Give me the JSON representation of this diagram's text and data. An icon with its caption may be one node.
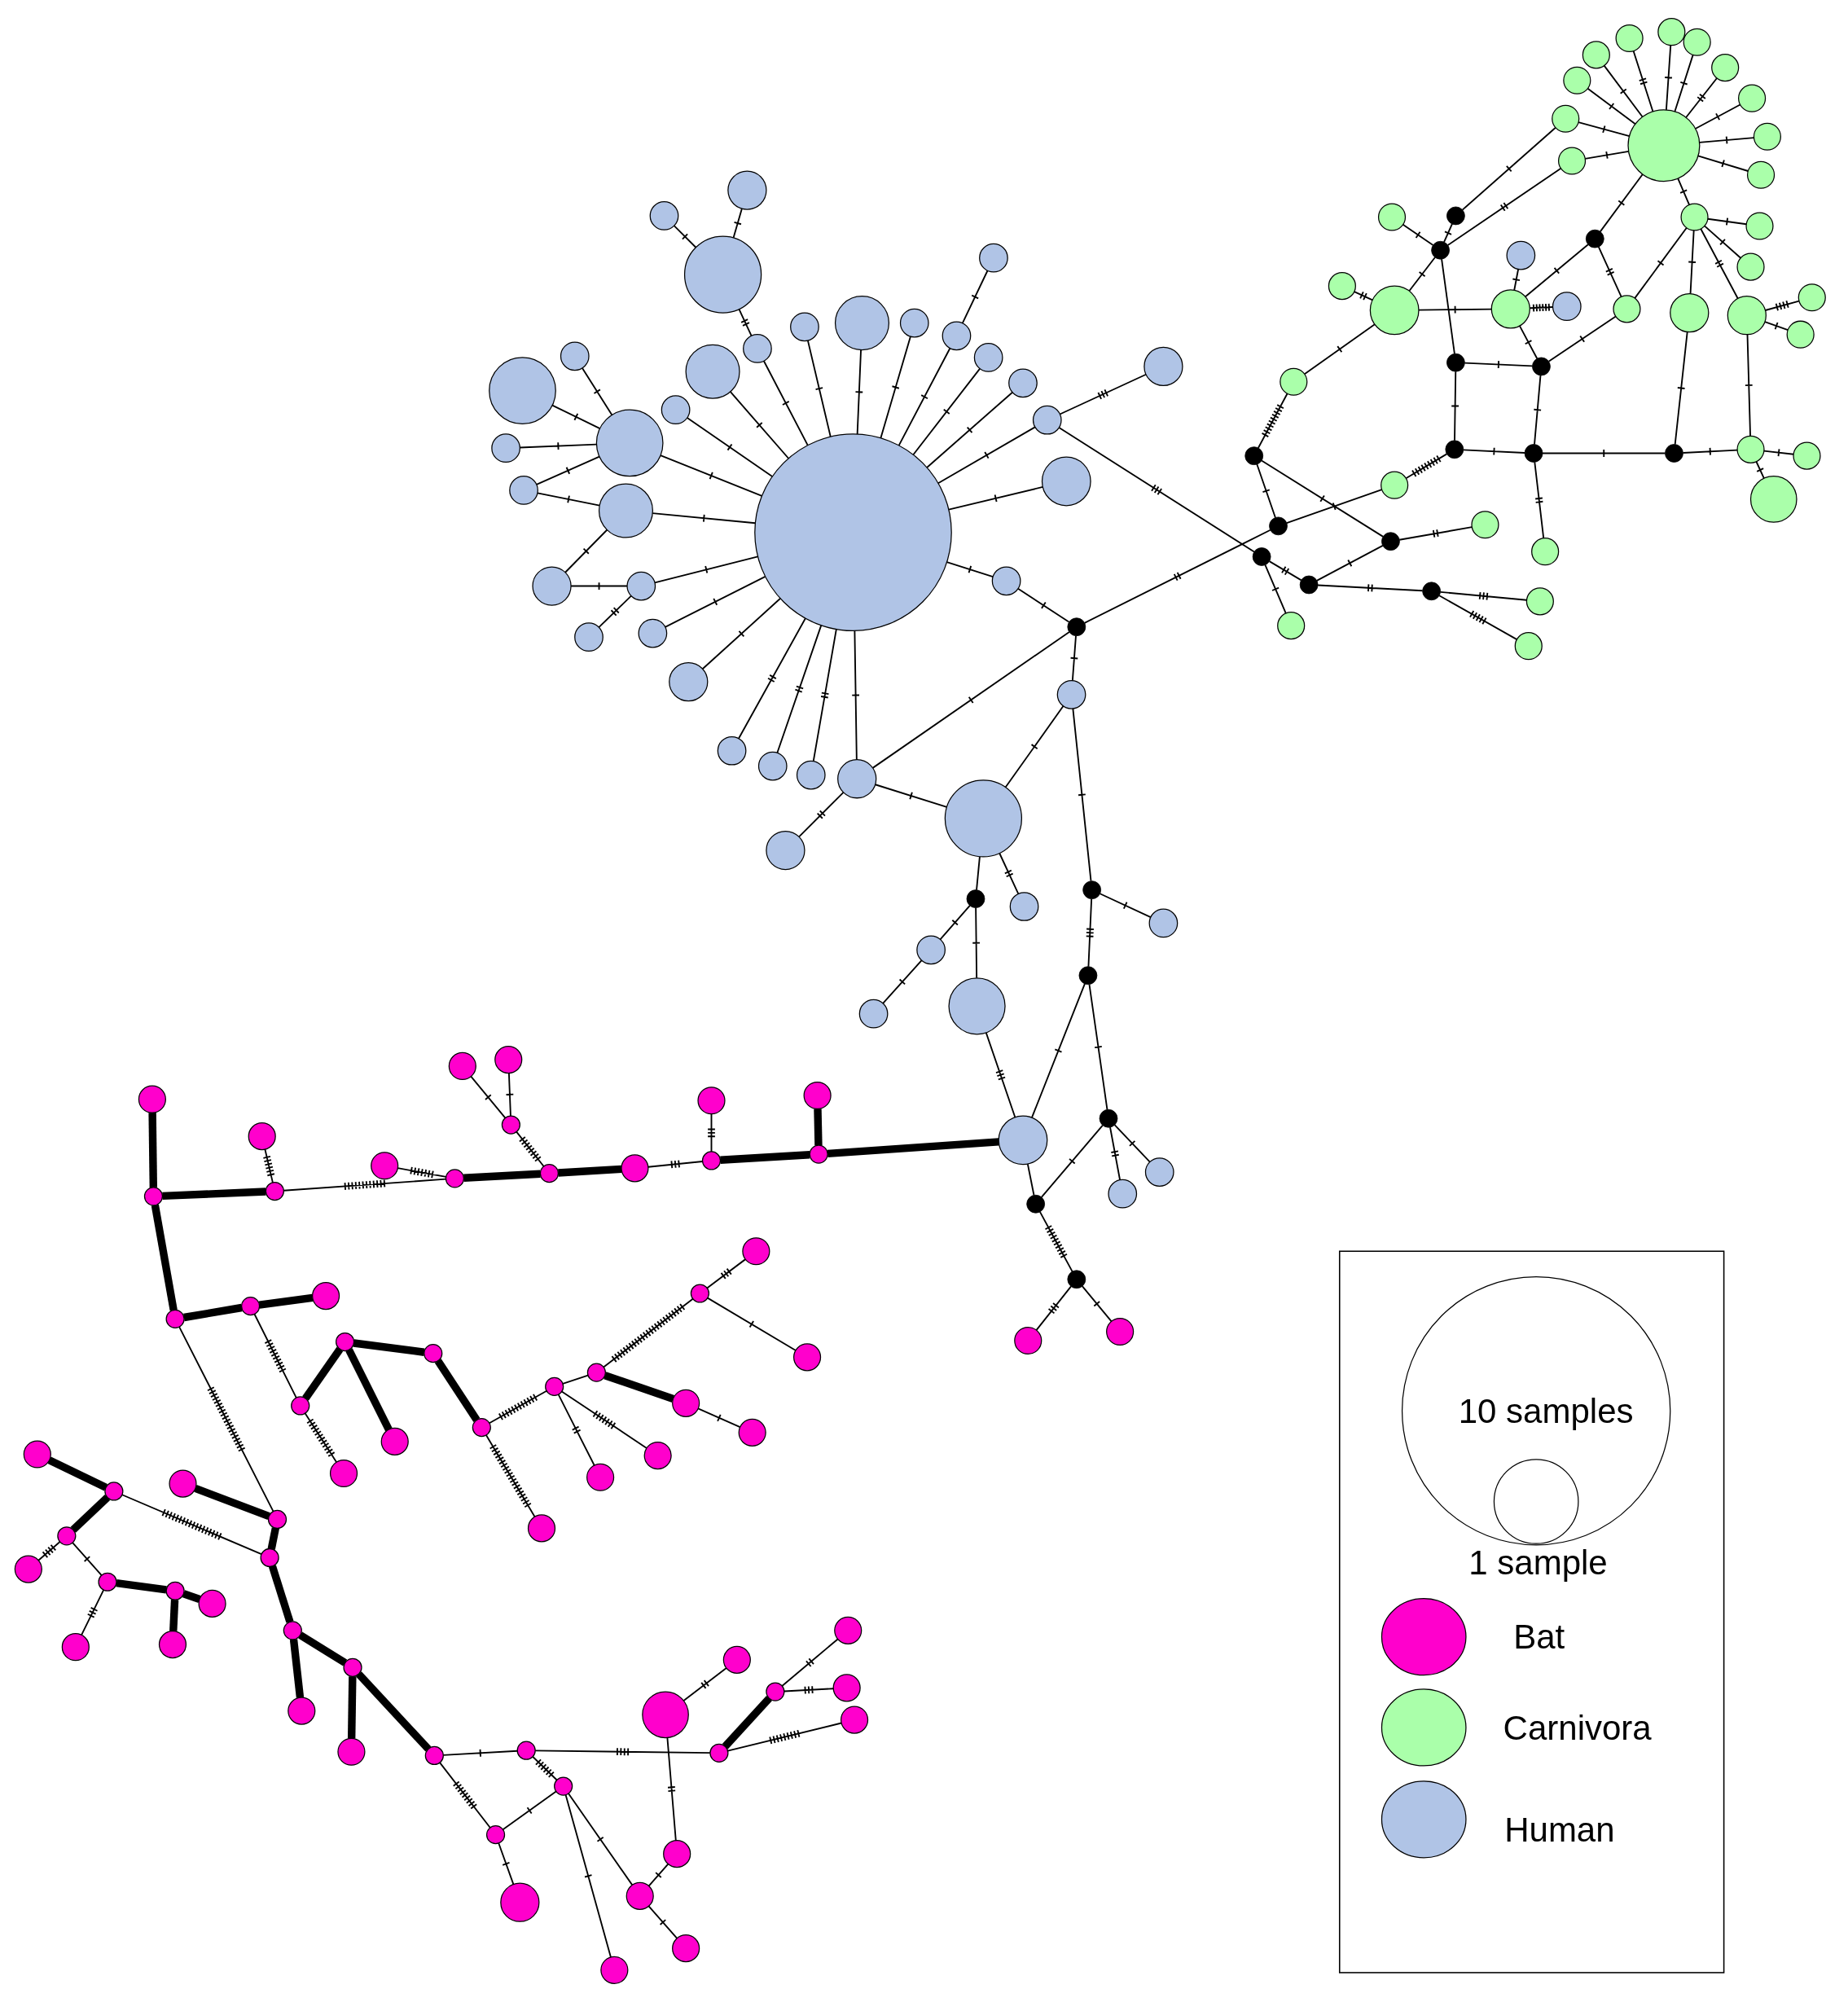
{
  "diagram": {
    "nodes": [
      {
        "text": [],
        "shape": "circle"
      },
      {
        "text": [],
        "shape": "circle"
      },
      {
        "text": [],
        "shape": "circle"
      },
      {
        "text": [],
        "shape": "circle"
      },
      {
        "text": [],
        "shape": "circle"
      },
      {
        "text": [],
        "shape": "circle"
      },
      {
        "text": [],
        "shape": "circle"
      },
      {
        "text": [],
        "shape": "circle"
      },
      {
        "text": [],
        "shape": "circle"
      },
      {
        "text": [],
        "shape": "circle"
      },
      {
        "text": [],
        "shape": "circle"
      },
      {
        "text": [],
        "shape": "circle"
      },
      {
        "text": [],
        "shape": "circle"
      },
      {
        "text": [],
        "shape": "circle"
      },
      {
        "text": [],
        "shape": "circle"
      },
      {
        "text": [],
        "shape": "circle"
      },
      {
        "text": [],
        "shape": "circle"
      },
      {
        "text": [],
        "shape": "circle"
      },
      {
        "text": [],
        "shape": "circle"
      },
      {
        "text": [],
        "shape": "circle"
      },
      {
        "text": [],
        "shape": "circle"
      },
      {
        "text": [],
        "shape": "circle"
      },
      {
        "text": [],
        "shape": "circle"
      },
      {
        "text": [],
        "shape": "circle"
      },
      {
        "text": [],
        "shape": "circle"
      },
      {
        "text": [],
        "shape": "circle"
      },
      {
        "text": [],
        "shape": "circle"
      },
      {
        "text": [],
        "shape": "circle"
      },
      {
        "text": [],
        "shape": "circle"
      },
      {
        "text": [],
        "shape": "circle"
      },
      {
        "text": [],
        "shape": "circle"
      },
      {
        "text": [],
        "shape": "circle"
      },
      {
        "text": [],
        "shape": "circle"
      },
      {
        "text": [],
        "shape": "circle"
      },
      {
        "text": [],
        "shape": "circle"
      },
      {
        "text": [],
        "shape": "circle"
      },
      {
        "text": [],
        "shape": "circle"
      },
      {
        "text": [],
        "shape": "circle"
      },
      {
        "text": [],
        "shape": "circle"
      },
      {
        "text": [],
        "shape": "circle"
      },
      {
        "text": [],
        "shape": "circle"
      },
      {
        "text": [],
        "shape": "circle"
      },
      {
        "text": [],
        "shape": "circle"
      },
      {
        "text": [],
        "shape": "circle"
      },
      {
        "text": [],
        "shape": "circle"
      },
      {
        "text": [],
        "shape": "circle"
      },
      {
        "text": [],
        "shape": "circle"
      },
      {
        "text": [],
        "shape": "circle"
      },
      {
        "text": [],
        "shape": "circle"
      },
      {
        "text": [],
        "shape": "circle"
      },
      {
        "text": [],
        "shape": "circle"
      },
      {
        "text": [],
        "shape": "circle"
      },
      {
        "text": [],
        "shape": "circle"
      },
      {
        "text": [],
        "shape": "circle"
      },
      {
        "text": [],
        "shape": "circle"
      },
      {
        "text": [],
        "shape": "circle"
      },
      {
        "text": [],
        "shape": "circle"
      },
      {
        "text": [],
        "shape": "circle"
      },
      {
        "text": [],
        "shape": "circle"
      },
      {
        "text": [],
        "shape": "circle"
      },
      {
        "text": [],
        "shape": "circle"
      },
      {
        "text": [],
        "shape": "circle"
      },
      {
        "text": [],
        "shape": "circle"
      },
      {
        "text": [],
        "shape": "circle"
      },
      {
        "text": [],
        "shape": "circle"
      },
      {
        "text": [],
        "shape": "circle"
      },
      {
        "text": [],
        "shape": "circle"
      },
      {
        "text": [],
        "shape": "circle"
      },
      {
        "text": [],
        "shape": "circle"
      },
      {
        "text": [],
        "shape": "circle"
      },
      {
        "text": [],
        "shape": "circle"
      },
      {
        "text": [],
        "shape": "circle"
      },
      {
        "text": [],
        "shape": "circle"
      },
      {
        "text": [],
        "shape": "circle"
      },
      {
        "text": [],
        "shape": "circle"
      },
      {
        "text": [],
        "shape": "circle"
      },
      {
        "text": [],
        "shape": "circle"
      },
      {
        "text": [],
        "shape": "circle"
      },
      {
        "text": [],
        "shape": "circle"
      },
      {
        "text": [],
        "shape": "circle"
      },
      {
        "text": [],
        "shape": "circle"
      },
      {
        "text": [],
        "shape": "circle"
      },
      {
        "text": [],
        "shape": "circle"
      },
      {
        "text": [],
        "shape": "circle"
      },
      {
        "text": [],
        "shape": "circle"
      },
      {
        "text": [],
        "shape": "circle"
      },
      {
        "text": [],
        "shape": "circle"
      },
      {
        "text": [],
        "shape": "circle"
      },
      {
        "text": [],
        "shape": "circle"
      },
      {
        "text": [],
        "shape": "circle"
      },
      {
        "text": [],
        "shape": "circle"
      },
      {
        "text": [],
        "shape": "circle"
      },
      {
        "text": [],
        "shape": "circle"
      },
      {
        "text": [],
        "shape": "circle"
      },
      {
        "text": [],
        "shape": "circle"
      },
      {
        "text": [],
        "shape": "circle"
      },
      {
        "text": [],
        "shape": "circle"
      },
      {
        "text": [],
        "shape": "circle"
      },
      {
        "text": [],
        "shape": "circle"
      },
      {
        "text": [],
        "shape": "circle"
      },
      {
        "text": [],
        "shape": "circle"
      },
      {
        "text": [],
        "shape": "circle"
      },
      {
        "text": [],
        "shape": "circle"
      },
      {
        "text": [],
        "shape": "circle"
      },
      {
        "text": [],
        "shape": "circle"
      },
      {
        "text": [],
        "shape": "circle"
      },
      {
        "text": [],
        "shape": "circle"
      },
      {
        "text": [],
        "shape": "circle"
      },
      {
        "text": [],
        "shape": "circle"
      },
      {
        "text": [],
        "shape": "circle"
      },
      {
        "text": [],
        "shape": "circle"
      },
      {
        "text": [],
        "shape": "circle"
      },
      {
        "text": [],
        "shape": "circle"
      },
      {
        "text": [],
        "shape": "circle"
      },
      {
        "text": [],
        "shape": "circle"
      },
      {
        "text": [],
        "shape": "circle"
      },
      {
        "text": [],
        "shape": "circle"
      },
      {
        "text": [],
        "shape": "circle"
      },
      {
        "text": [],
        "shape": "circle"
      },
      {
        "text": [],
        "shape": "circle"
      },
      {
        "text": [],
        "shape": "circle"
      },
      {
        "text": [],
        "shape": "circle"
      },
      {
        "text": [],
        "shape": "circle"
      },
      {
        "text": [],
        "shape": "circle"
      },
      {
        "text": [],
        "shape": "circle"
      },
      {
        "text": [],
        "shape": "circle"
      },
      {
        "text": [],
        "shape": "circle"
      },
      {
        "text": [],
        "shape": "circle"
      },
      {
        "text": [],
        "shape": "circle"
      },
      {
        "text": [],
        "shape": "circle"
      },
      {
        "text": [],
        "shape": "circle"
      },
      {
        "text": [],
        "shape": "circle"
      },
      {
        "text": [],
        "shape": "circle"
      },
      {
        "text": [],
        "shape": "circle"
      },
      {
        "text": [],
        "shape": "circle"
      },
      {
        "text": [],
        "shape": "circle"
      },
      {
        "text": [],
        "shape": "circle"
      },
      {
        "text": [],
        "shape": "circle"
      },
      {
        "text": [],
        "shape": "circle"
      },
      {
        "text": [],
        "shape": "circle"
      },
      {
        "text": [],
        "shape": "circle"
      },
      {
        "text": [],
        "shape": "circle"
      },
      {
        "text": [],
        "shape": "circle"
      },
      {
        "text": [],
        "shape": "circle"
      },
      {
        "text": [],
        "shape": "circle"
      },
      {
        "text": [],
        "shape": "circle"
      },
      {
        "text": [],
        "shape": "circle"
      },
      {
        "text": [],
        "shape": "circle"
      },
      {
        "text": [],
        "shape": "circle"
      },
      {
        "text": [],
        "shape": "circle"
      },
      {
        "text": [],
        "shape": "circle"
      },
      {
        "text": [],
        "shape": "circle"
      },
      {
        "text": [],
        "shape": "circle"
      },
      {
        "text": [],
        "shape": "circle"
      },
      {
        "text": [],
        "shape": "circle"
      },
      {
        "text": [],
        "shape": "circle"
      },
      {
        "text": [],
        "shape": "circle"
      },
      {
        "text": [],
        "shape": "circle"
      },
      {
        "text": [],
        "shape": "circle"
      },
      {
        "text": [],
        "shape": "circle"
      },
      {
        "text": [],
        "shape": "circle"
      },
      {
        "text": [],
        "shape": "circle"
      },
      {
        "text": [],
        "shape": "circle"
      },
      {
        "text": [],
        "shape": "circle"
      },
      {
        "text": [],
        "shape": "circle"
      },
      {
        "text": [],
        "shape": "circle"
      },
      {
        "text": [],
        "shape": "circle"
      },
      {
        "text": [],
        "shape": "circle"
      },
      {
        "text": [],
        "shape": "circle"
      }
    ],
    "edges": [
      {
        "from": 4,
        "to": 0,
        "arrow": "none"
      },
      {
        "from": 1,
        "to": 4,
        "arrow": "none"
      },
      {
        "from": 1,
        "to": 2,
        "arrow": "none"
      },
      {
        "from": 1,
        "to": 3,
        "arrow": "none"
      },
      {
        "from": 5,
        "to": 0,
        "arrow": "none"
      },
      {
        "from": 6,
        "to": 0,
        "arrow": "none"
      },
      {
        "from": 7,
        "to": 0,
        "arrow": "none"
      },
      {
        "from": 8,
        "to": 0,
        "arrow": "none"
      },
      {
        "from": 9,
        "to": 0,
        "arrow": "none"
      },
      {
        "from": 9,
        "to": 10,
        "arrow": "none"
      },
      {
        "from": 11,
        "to": 0,
        "arrow": "none"
      },
      {
        "from": 12,
        "to": 0,
        "arrow": "none"
      },
      {
        "from": 13,
        "to": 0,
        "arrow": "none"
      },
      {
        "from": 13,
        "to": 14,
        "arrow": "none"
      },
      {
        "from": 13,
        "to": 97,
        "arrow": "none"
      },
      {
        "from": 15,
        "to": 0,
        "arrow": "none"
      },
      {
        "from": 16,
        "to": 0,
        "arrow": "none"
      },
      {
        "from": 16,
        "to": 34,
        "arrow": "none"
      },
      {
        "from": 17,
        "to": 0,
        "arrow": "none"
      },
      {
        "from": 17,
        "to": 18,
        "arrow": "none"
      },
      {
        "from": 17,
        "to": 19,
        "arrow": "none"
      },
      {
        "from": 17,
        "to": 20,
        "arrow": "none"
      },
      {
        "from": 17,
        "to": 21,
        "arrow": "none"
      },
      {
        "from": 22,
        "to": 0,
        "arrow": "none"
      },
      {
        "from": 22,
        "to": 21,
        "arrow": "none"
      },
      {
        "from": 22,
        "to": 23,
        "arrow": "none"
      },
      {
        "from": 23,
        "to": 24,
        "arrow": "none"
      },
      {
        "from": 24,
        "to": 0,
        "arrow": "none"
      },
      {
        "from": 24,
        "to": 25,
        "arrow": "none"
      },
      {
        "from": 26,
        "to": 0,
        "arrow": "none"
      },
      {
        "from": 27,
        "to": 0,
        "arrow": "none"
      },
      {
        "from": 28,
        "to": 0,
        "arrow": "none"
      },
      {
        "from": 29,
        "to": 0,
        "arrow": "none"
      },
      {
        "from": 30,
        "to": 0,
        "arrow": "none"
      },
      {
        "from": 31,
        "to": 0,
        "arrow": "none"
      },
      {
        "from": 32,
        "to": 0,
        "arrow": "none"
      },
      {
        "from": 32,
        "to": 34,
        "arrow": "none"
      },
      {
        "from": 32,
        "to": 33,
        "arrow": "none"
      },
      {
        "from": 32,
        "to": 36,
        "arrow": "none"
      },
      {
        "from": 34,
        "to": 35,
        "arrow": "none"
      },
      {
        "from": 34,
        "to": 93,
        "arrow": "none"
      },
      {
        "from": 35,
        "to": 36,
        "arrow": "none"
      },
      {
        "from": 35,
        "to": 42,
        "arrow": "none"
      },
      {
        "from": 36,
        "to": 38,
        "arrow": "none"
      },
      {
        "from": 36,
        "to": 37,
        "arrow": "none"
      },
      {
        "from": 38,
        "to": 39,
        "arrow": "none"
      },
      {
        "from": 39,
        "to": 40,
        "arrow": "none"
      },
      {
        "from": 38,
        "to": 41,
        "arrow": "none"
      },
      {
        "from": 42,
        "to": 43,
        "arrow": "none"
      },
      {
        "from": 42,
        "to": 44,
        "arrow": "none"
      },
      {
        "from": 44,
        "to": 45,
        "arrow": "none"
      },
      {
        "from": 44,
        "to": 46,
        "arrow": "none"
      },
      {
        "from": 41,
        "to": 45,
        "arrow": "none"
      },
      {
        "from": 45,
        "to": 49,
        "arrow": "none"
      },
      {
        "from": 46,
        "to": 49,
        "arrow": "none"
      },
      {
        "from": 46,
        "to": 47,
        "arrow": "none"
      },
      {
        "from": 46,
        "to": 48,
        "arrow": "none"
      },
      {
        "from": 49,
        "to": 50,
        "arrow": "none"
      },
      {
        "from": 50,
        "to": 51,
        "arrow": "none"
      },
      {
        "from": 50,
        "to": 52,
        "arrow": "none"
      },
      {
        "from": 45,
        "to": 110,
        "arrow": "none",
        "style": "thick"
      },
      {
        "from": 53,
        "to": 54,
        "arrow": "none"
      },
      {
        "from": 53,
        "to": 55,
        "arrow": "none"
      },
      {
        "from": 53,
        "to": 56,
        "arrow": "none"
      },
      {
        "from": 53,
        "to": 57,
        "arrow": "none"
      },
      {
        "from": 53,
        "to": 58,
        "arrow": "none"
      },
      {
        "from": 53,
        "to": 59,
        "arrow": "none"
      },
      {
        "from": 53,
        "to": 60,
        "arrow": "none"
      },
      {
        "from": 53,
        "to": 61,
        "arrow": "none"
      },
      {
        "from": 53,
        "to": 62,
        "arrow": "none"
      },
      {
        "from": 53,
        "to": 63,
        "arrow": "none"
      },
      {
        "from": 53,
        "to": 64,
        "arrow": "none"
      },
      {
        "from": 53,
        "to": 65,
        "arrow": "none"
      },
      {
        "from": 53,
        "to": 72,
        "arrow": "none"
      },
      {
        "from": 65,
        "to": 66,
        "arrow": "none"
      },
      {
        "from": 65,
        "to": 67,
        "arrow": "none"
      },
      {
        "from": 65,
        "to": 68,
        "arrow": "none"
      },
      {
        "from": 65,
        "to": 69,
        "arrow": "none"
      },
      {
        "from": 65,
        "to": 73,
        "arrow": "none"
      },
      {
        "from": 69,
        "to": 70,
        "arrow": "none"
      },
      {
        "from": 69,
        "to": 71,
        "arrow": "none"
      },
      {
        "from": 69,
        "to": 88,
        "arrow": "none"
      },
      {
        "from": 68,
        "to": 87,
        "arrow": "none"
      },
      {
        "from": 88,
        "to": 89,
        "arrow": "none"
      },
      {
        "from": 88,
        "to": 92,
        "arrow": "none"
      },
      {
        "from": 87,
        "to": 88,
        "arrow": "none"
      },
      {
        "from": 87,
        "to": 86,
        "arrow": "none"
      },
      {
        "from": 86,
        "to": 85,
        "arrow": "none"
      },
      {
        "from": 86,
        "to": 96,
        "arrow": "none"
      },
      {
        "from": 86,
        "to": 83,
        "arrow": "none"
      },
      {
        "from": 85,
        "to": 82,
        "arrow": "none"
      },
      {
        "from": 83,
        "to": 82,
        "arrow": "none"
      },
      {
        "from": 83,
        "to": 80,
        "arrow": "none"
      },
      {
        "from": 80,
        "to": 77,
        "arrow": "none"
      },
      {
        "from": 80,
        "to": 81,
        "arrow": "none"
      },
      {
        "from": 80,
        "to": 79,
        "arrow": "none"
      },
      {
        "from": 83,
        "to": 73,
        "arrow": "none"
      },
      {
        "from": 72,
        "to": 73,
        "arrow": "none"
      },
      {
        "from": 72,
        "to": 80,
        "arrow": "none"
      },
      {
        "from": 75,
        "to": 63,
        "arrow": "none"
      },
      {
        "from": 76,
        "to": 64,
        "arrow": "none"
      },
      {
        "from": 76,
        "to": 74,
        "arrow": "none"
      },
      {
        "from": 76,
        "to": 75,
        "arrow": "none"
      },
      {
        "from": 76,
        "to": 79,
        "arrow": "none"
      },
      {
        "from": 76,
        "to": 82,
        "arrow": "none"
      },
      {
        "from": 79,
        "to": 78,
        "arrow": "none"
      },
      {
        "from": 79,
        "to": 84,
        "arrow": "none"
      },
      {
        "from": 84,
        "to": 90,
        "arrow": "none"
      },
      {
        "from": 85,
        "to": 91,
        "arrow": "none"
      },
      {
        "from": 91,
        "to": 93,
        "arrow": "none"
      },
      {
        "from": 90,
        "to": 93,
        "arrow": "none"
      },
      {
        "from": 90,
        "to": 95,
        "arrow": "none"
      },
      {
        "from": 95,
        "to": 94,
        "arrow": "none"
      },
      {
        "from": 95,
        "to": 98,
        "arrow": "none"
      },
      {
        "from": 97,
        "to": 98,
        "arrow": "none"
      },
      {
        "from": 97,
        "to": 101,
        "arrow": "none"
      },
      {
        "from": 98,
        "to": 99,
        "arrow": "none"
      },
      {
        "from": 99,
        "to": 100,
        "arrow": "none"
      },
      {
        "from": 99,
        "to": 102,
        "arrow": "none"
      },
      {
        "from": 110,
        "to": 107,
        "arrow": "none",
        "style": "thick"
      },
      {
        "from": 110,
        "to": 111,
        "arrow": "none",
        "style": "thick"
      },
      {
        "from": 111,
        "to": 106,
        "arrow": "none"
      },
      {
        "from": 111,
        "to": 112,
        "arrow": "none"
      },
      {
        "from": 112,
        "to": 114,
        "arrow": "none",
        "style": "thick"
      },
      {
        "from": 114,
        "to": 108,
        "arrow": "none"
      },
      {
        "from": 108,
        "to": 105,
        "arrow": "none"
      },
      {
        "from": 108,
        "to": 104,
        "arrow": "none"
      },
      {
        "from": 114,
        "to": 115,
        "arrow": "none",
        "style": "thick"
      },
      {
        "from": 115,
        "to": 113,
        "arrow": "none"
      },
      {
        "from": 115,
        "to": 116,
        "arrow": "none"
      },
      {
        "from": 116,
        "to": 109,
        "arrow": "none"
      },
      {
        "from": 116,
        "to": 117,
        "arrow": "none",
        "style": "thick"
      },
      {
        "from": 117,
        "to": 103,
        "arrow": "none",
        "style": "thick"
      },
      {
        "from": 117,
        "to": 122,
        "arrow": "none",
        "style": "thick"
      },
      {
        "from": 122,
        "to": 121,
        "arrow": "none",
        "style": "thick"
      },
      {
        "from": 121,
        "to": 120,
        "arrow": "none",
        "style": "thick"
      },
      {
        "from": 121,
        "to": 129,
        "arrow": "none"
      },
      {
        "from": 129,
        "to": 123,
        "arrow": "none",
        "style": "thick"
      },
      {
        "from": 129,
        "to": 134,
        "arrow": "none"
      },
      {
        "from": 123,
        "to": 132,
        "arrow": "none",
        "style": "thick"
      },
      {
        "from": 123,
        "to": 124,
        "arrow": "none",
        "style": "thick"
      },
      {
        "from": 124,
        "to": 130,
        "arrow": "none",
        "style": "thick"
      },
      {
        "from": 130,
        "to": 136,
        "arrow": "none"
      },
      {
        "from": 130,
        "to": 127,
        "arrow": "none"
      },
      {
        "from": 127,
        "to": 126,
        "arrow": "none"
      },
      {
        "from": 126,
        "to": 119,
        "arrow": "none"
      },
      {
        "from": 119,
        "to": 118,
        "arrow": "none"
      },
      {
        "from": 119,
        "to": 125,
        "arrow": "none"
      },
      {
        "from": 126,
        "to": 128,
        "arrow": "none",
        "style": "thick"
      },
      {
        "from": 128,
        "to": 131,
        "arrow": "none"
      },
      {
        "from": 127,
        "to": 135,
        "arrow": "none"
      },
      {
        "from": 127,
        "to": 133,
        "arrow": "none"
      },
      {
        "from": 122,
        "to": 140,
        "arrow": "none"
      },
      {
        "from": 140,
        "to": 142,
        "arrow": "none",
        "style": "thick"
      },
      {
        "from": 138,
        "to": 140,
        "arrow": "none",
        "style": "thick"
      },
      {
        "from": 139,
        "to": 142,
        "arrow": "none"
      },
      {
        "from": 137,
        "to": 139,
        "arrow": "none",
        "style": "thick"
      },
      {
        "from": 139,
        "to": 141,
        "arrow": "none",
        "style": "thick"
      },
      {
        "from": 141,
        "to": 143,
        "arrow": "none"
      },
      {
        "from": 141,
        "to": 144,
        "arrow": "none"
      },
      {
        "from": 144,
        "to": 149,
        "arrow": "none"
      },
      {
        "from": 144,
        "to": 145,
        "arrow": "none",
        "style": "thick"
      },
      {
        "from": 145,
        "to": 146,
        "arrow": "none",
        "style": "thick"
      },
      {
        "from": 145,
        "to": 148,
        "arrow": "none",
        "style": "thick"
      },
      {
        "from": 142,
        "to": 147,
        "arrow": "none",
        "style": "thick"
      },
      {
        "from": 147,
        "to": 155,
        "arrow": "none",
        "style": "thick"
      },
      {
        "from": 147,
        "to": 152,
        "arrow": "none",
        "style": "thick"
      },
      {
        "from": 152,
        "to": 158,
        "arrow": "none",
        "style": "thick"
      },
      {
        "from": 152,
        "to": 159,
        "arrow": "none",
        "style": "thick"
      },
      {
        "from": 159,
        "to": 160,
        "arrow": "none"
      },
      {
        "from": 159,
        "to": 163,
        "arrow": "none"
      },
      {
        "from": 163,
        "to": 166,
        "arrow": "none"
      },
      {
        "from": 160,
        "to": 162,
        "arrow": "none"
      },
      {
        "from": 162,
        "to": 163,
        "arrow": "none"
      },
      {
        "from": 162,
        "to": 165,
        "arrow": "none"
      },
      {
        "from": 162,
        "to": 168,
        "arrow": "none"
      },
      {
        "from": 165,
        "to": 164,
        "arrow": "none"
      },
      {
        "from": 165,
        "to": 167,
        "arrow": "none"
      },
      {
        "from": 160,
        "to": 161,
        "arrow": "none"
      },
      {
        "from": 156,
        "to": 164,
        "arrow": "none"
      },
      {
        "from": 156,
        "to": 151,
        "arrow": "none"
      },
      {
        "from": 161,
        "to": 153,
        "arrow": "none",
        "style": "thick"
      },
      {
        "from": 153,
        "to": 150,
        "arrow": "none"
      },
      {
        "from": 153,
        "to": 154,
        "arrow": "none"
      },
      {
        "from": 161,
        "to": 157,
        "arrow": "none"
      }
    ],
    "legend": [
      {
        "text": "10 samples"
      },
      {
        "text": "1 sample"
      },
      {
        "text": "Bat",
        "color": "#ff00cc"
      },
      {
        "text": "Carnivora",
        "color": "#aaffaa"
      },
      {
        "text": "Human",
        "color": "#b0c4e6"
      }
    ]
  }
}
